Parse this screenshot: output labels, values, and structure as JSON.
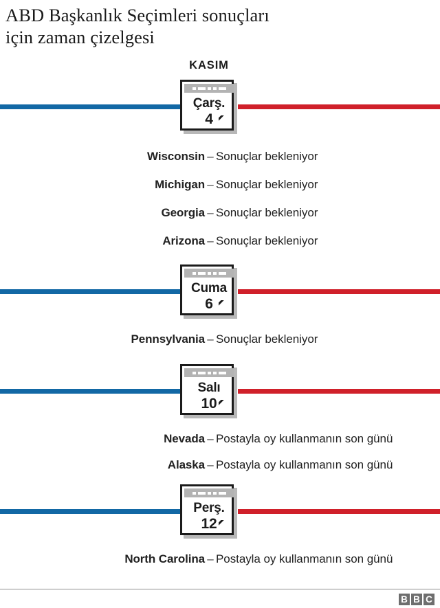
{
  "title": "ABD Başkanlık Seçimleri sonuçları\niçin zaman çizelgesi",
  "month_label": "KASIM",
  "colors": {
    "rail_left": "#1268a5",
    "rail_right": "#d0202a",
    "calendar_header": "#b3b3b3",
    "text": "#222222",
    "logo": "#6e6e6e"
  },
  "separator": "–",
  "timeline": [
    {
      "calendar": {
        "day": "Çarş.",
        "number": "4"
      },
      "entries": [
        {
          "state": "Wisconsin",
          "desc": "Sonuçlar bekleniyor"
        },
        {
          "state": "Michigan",
          "desc": "Sonuçlar bekleniyor"
        },
        {
          "state": "Georgia",
          "desc": "Sonuçlar bekleniyor"
        },
        {
          "state": "Arizona",
          "desc": "Sonuçlar bekleniyor"
        }
      ]
    },
    {
      "calendar": {
        "day": "Cuma",
        "number": "6"
      },
      "entries": [
        {
          "state": "Pennsylvania",
          "desc": "Sonuçlar bekleniyor"
        }
      ]
    },
    {
      "calendar": {
        "day": "Salı",
        "number": "10"
      },
      "entries": [
        {
          "state": "Nevada",
          "desc": "Postayla oy kullanmanın son günü"
        },
        {
          "state": "Alaska",
          "desc": "Postayla oy kullanmanın son günü"
        }
      ]
    },
    {
      "calendar": {
        "day": "Perş.",
        "number": "12"
      },
      "entries": [
        {
          "state": "North Carolina",
          "desc": "Postayla oy kullanmanın son günü"
        }
      ]
    }
  ],
  "footer": {
    "logo_letters": [
      "B",
      "B",
      "C"
    ]
  }
}
